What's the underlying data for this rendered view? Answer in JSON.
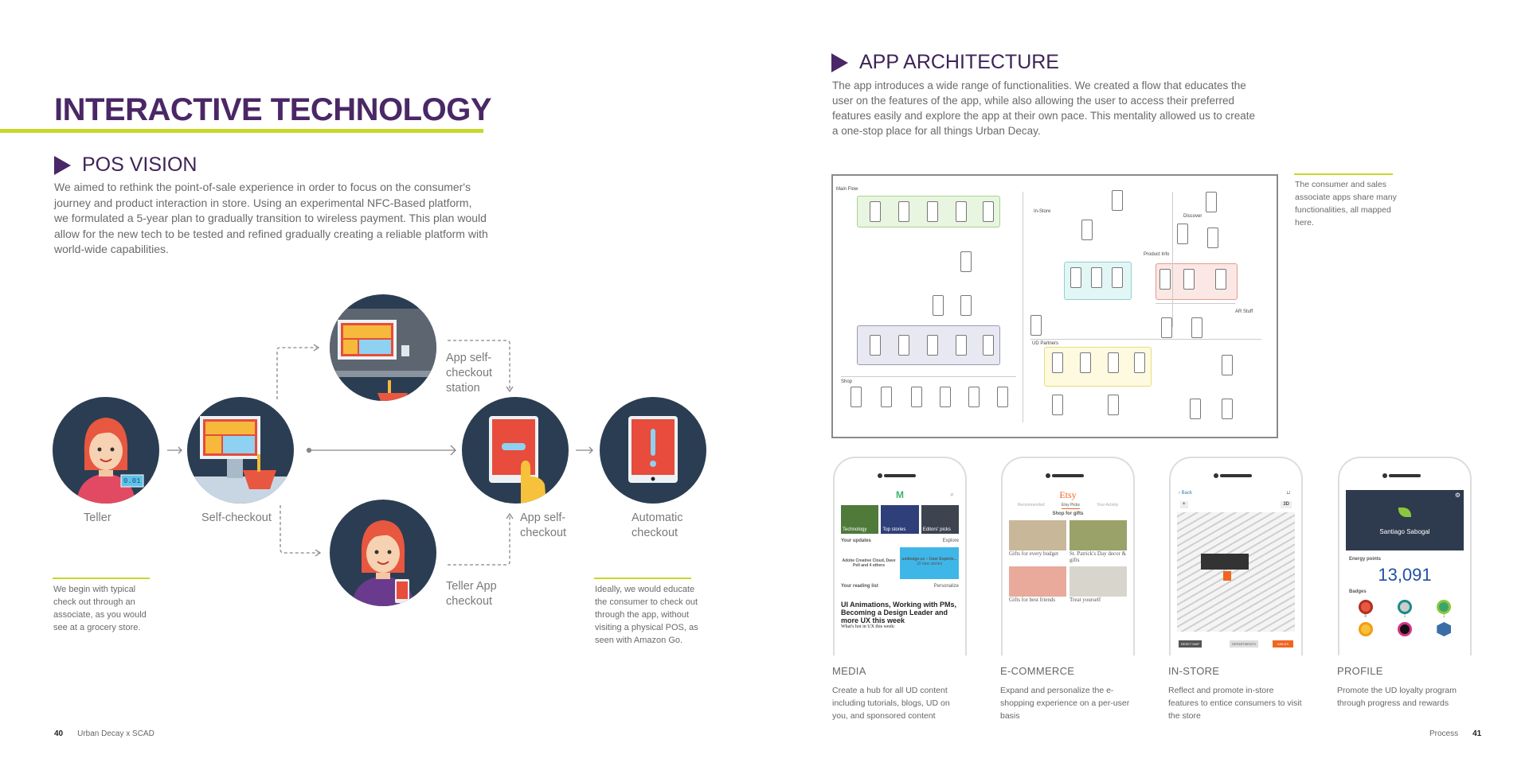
{
  "left_page": {
    "title": "INTERACTIVE TECHNOLOGY",
    "section": "POS VISION",
    "body": "We aimed to rethink the point-of-sale experience in order to focus on the consumer's journey and product interaction in store. Using an experimental NFC-Based platform, we formulated a 5-year plan to gradually transition to wireless payment. This plan would allow for the new tech to be tested and refined gradually creating a reliable platform with world-wide capabilities.",
    "flow": {
      "teller": "Teller",
      "teller_tag": "0.01",
      "self_checkout": "Self-checkout",
      "station": [
        "App self-",
        "checkout",
        "station"
      ],
      "app_self_checkout": [
        "App self-",
        "checkout"
      ],
      "teller_app": [
        "Teller App",
        "checkout"
      ],
      "automatic": [
        "Automatic",
        "checkout"
      ]
    },
    "note_left": "We begin with typical check out through an associate, as you would see at a grocery store.",
    "note_right": "Ideally, we would educate the consumer to check out through the app, without visiting a physical POS, as seen with Amazon Go.",
    "footer": {
      "page": "40",
      "text": "Urban Decay x SCAD"
    }
  },
  "right_page": {
    "section": "APP ARCHITECTURE",
    "body": "The app introduces a wide range of functionalities. We created a flow that educates the user on the features of the app, while also allowing the user to access their preferred features easily and explore the app at their own pace. This mentality allowed us to create a one-stop place for all things Urban Decay.",
    "side_note": "The consumer and sales associate apps share many functionalities, all mapped here.",
    "diagram": {
      "main_flow": "Main Flow",
      "in_store": "In-Store",
      "discover": "Discover",
      "product_info": "Product Info",
      "ar_stuff": "AR Stuff",
      "shop": "Shop",
      "ud_partners": "UD Partners"
    },
    "phones": [
      {
        "label": "MEDIA",
        "desc": "Create a hub for all UD content including tutorials, blogs, UD on you, and sponsored content"
      },
      {
        "label": "E-COMMERCE",
        "desc": "Expand and personalize the e-shopping experience on a per-user basis"
      },
      {
        "label": "IN-STORE",
        "desc": "Reflect and promote in-store features to entice consumers to visit the store"
      },
      {
        "label": "PROFILE",
        "desc": "Promote the UD loyalty program through progress and rewards"
      }
    ],
    "medium": {
      "tiles": [
        "Technology",
        "Top stories",
        "Editors' picks"
      ],
      "updates": "Your updates",
      "explore": "Explore",
      "update_who": "Adobe Creative Cloud, Dave Pell and 4 others",
      "pub": "uxdesign.cc – User Experie...",
      "new": "10 new stories",
      "reading": "Your reading list",
      "personalize": "Personalize",
      "headline": "UI Animations, Working with PMs, Becoming a Design Leader and more UX this week",
      "sub": "What's hot in UX this week:"
    },
    "etsy": {
      "logo": "Etsy",
      "tabs": [
        "Recommended",
        "Etsy Picks",
        "Your Activity"
      ],
      "heading": "Shop for gifts",
      "tiles": [
        "Gifts for every budget",
        "St. Patrick's Day decor & gifts",
        "Gifts for best friends",
        "Treat yourself"
      ]
    },
    "store": {
      "back": "Back",
      "mode": "3D",
      "zoom": "+",
      "reset": "RESET MAP",
      "departments": "DEPARTMENTS",
      "aisles": "AISLES"
    },
    "profile": {
      "name": "Santiago Sabogal",
      "energy_label": "Energy points",
      "energy": "13,091",
      "badges": "Badges",
      "counts": [
        "8",
        "1",
        "1"
      ]
    },
    "footer": {
      "text": "Process",
      "page": "41"
    }
  },
  "colors": {
    "purple": "#4a2766",
    "accent": "#c6d82b",
    "circle": "#2b3d52"
  }
}
